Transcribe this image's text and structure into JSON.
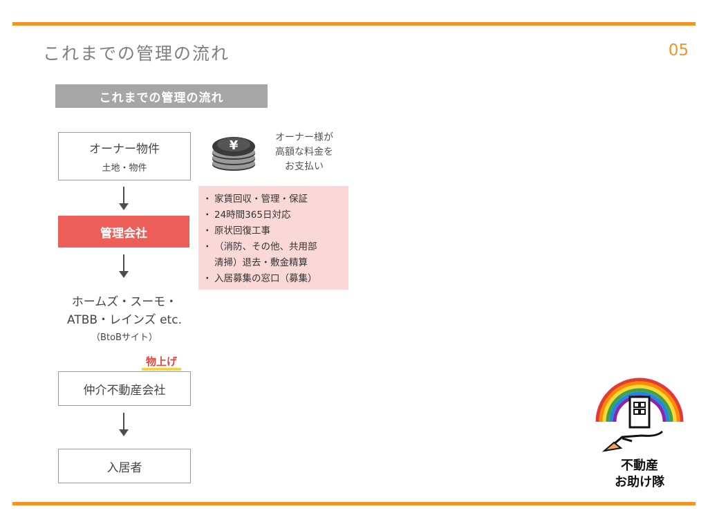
{
  "header": {
    "title": "これまでの管理の流れ",
    "page_number": "05"
  },
  "section_banner": "これまでの管理の流れ",
  "flow": {
    "owner_box": {
      "title": "オーナー物件",
      "subtitle": "土地・物件"
    },
    "management_box": {
      "title": "管理会社"
    },
    "portals": {
      "line1": "ホームズ・スーモ・",
      "line2": "ATBB・レインズ etc.",
      "line3": "（BtoBサイト）"
    },
    "highlight_label": "物上げ",
    "agency_box": {
      "title": "仲介不動産会社"
    },
    "resident_box": {
      "title": "入居者"
    }
  },
  "owner_note": {
    "line1": "オーナー様が",
    "line2": "高額な料金を",
    "line3": "お支払い"
  },
  "coin_symbol": "¥",
  "services": [
    {
      "bullet": "・",
      "text": "家賃回収・管理・保証"
    },
    {
      "bullet": "・",
      "text": "24時間365日対応"
    },
    {
      "bullet": "・",
      "text": "原状回復工事"
    },
    {
      "bullet": "・",
      "text": "（消防、その他、共用部"
    },
    {
      "bullet": "",
      "text": "清掃）退去・敷金精算"
    },
    {
      "bullet": "・",
      "text": "入居募集の窓口（募集）"
    }
  ],
  "logo": {
    "line1": "不動産",
    "line2": "お助け隊"
  },
  "colors": {
    "accent_orange": "#f39325",
    "management_red": "#ed5e58",
    "services_bg": "#fbd8d8",
    "banner_gray": "#a6a6a6",
    "highlight_text": "#e0463f",
    "highlight_underline": "#f5d53c"
  },
  "icons": [
    "yen-coin-stack-icon",
    "rainbow-house-hand-logo-icon",
    "down-arrow-icon"
  ]
}
